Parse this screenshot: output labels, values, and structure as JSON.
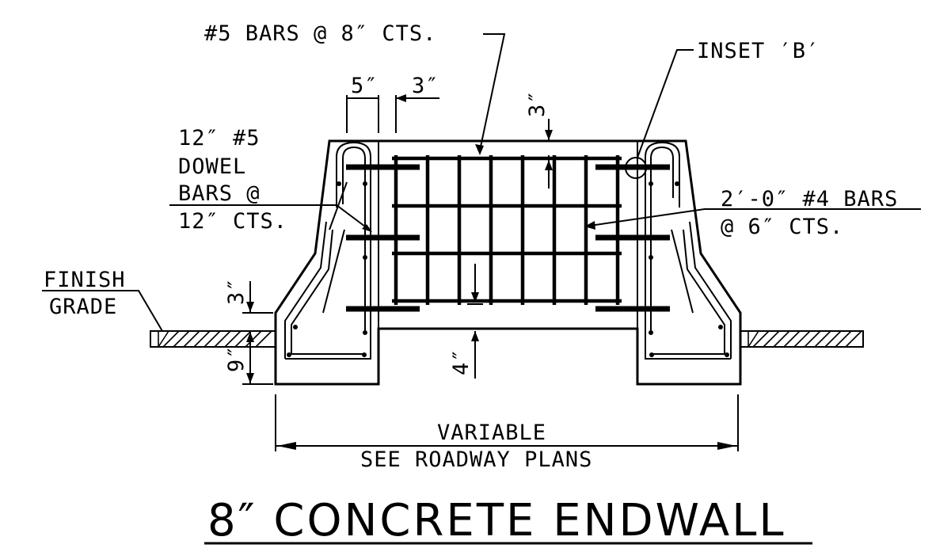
{
  "drawing": {
    "title": "8″ CONCRETE ENDWALL",
    "labels": {
      "top_bars": "#5 BARS @ 8″ CTS.",
      "inset": "INSET ′B′",
      "dim_5in": "5″",
      "dim_3in_top": "3″",
      "dim_3in_right": "3″",
      "dowel_line1": "12″ #5",
      "dowel_line2": "DOWEL",
      "dowel_line3": "BARS @",
      "dowel_line4": "12″ CTS.",
      "bars4_line1": "2′-0″ #4 BARS",
      "bars4_line2": "@ 6″ CTS.",
      "finish_line1": "FINISH",
      "finish_line2": "GRADE",
      "dim_3in_left": "3″",
      "dim_9in": "9″",
      "dim_4in": "4″",
      "variable_line1": "VARIABLE",
      "variable_line2": "SEE ROADWAY PLANS"
    }
  }
}
